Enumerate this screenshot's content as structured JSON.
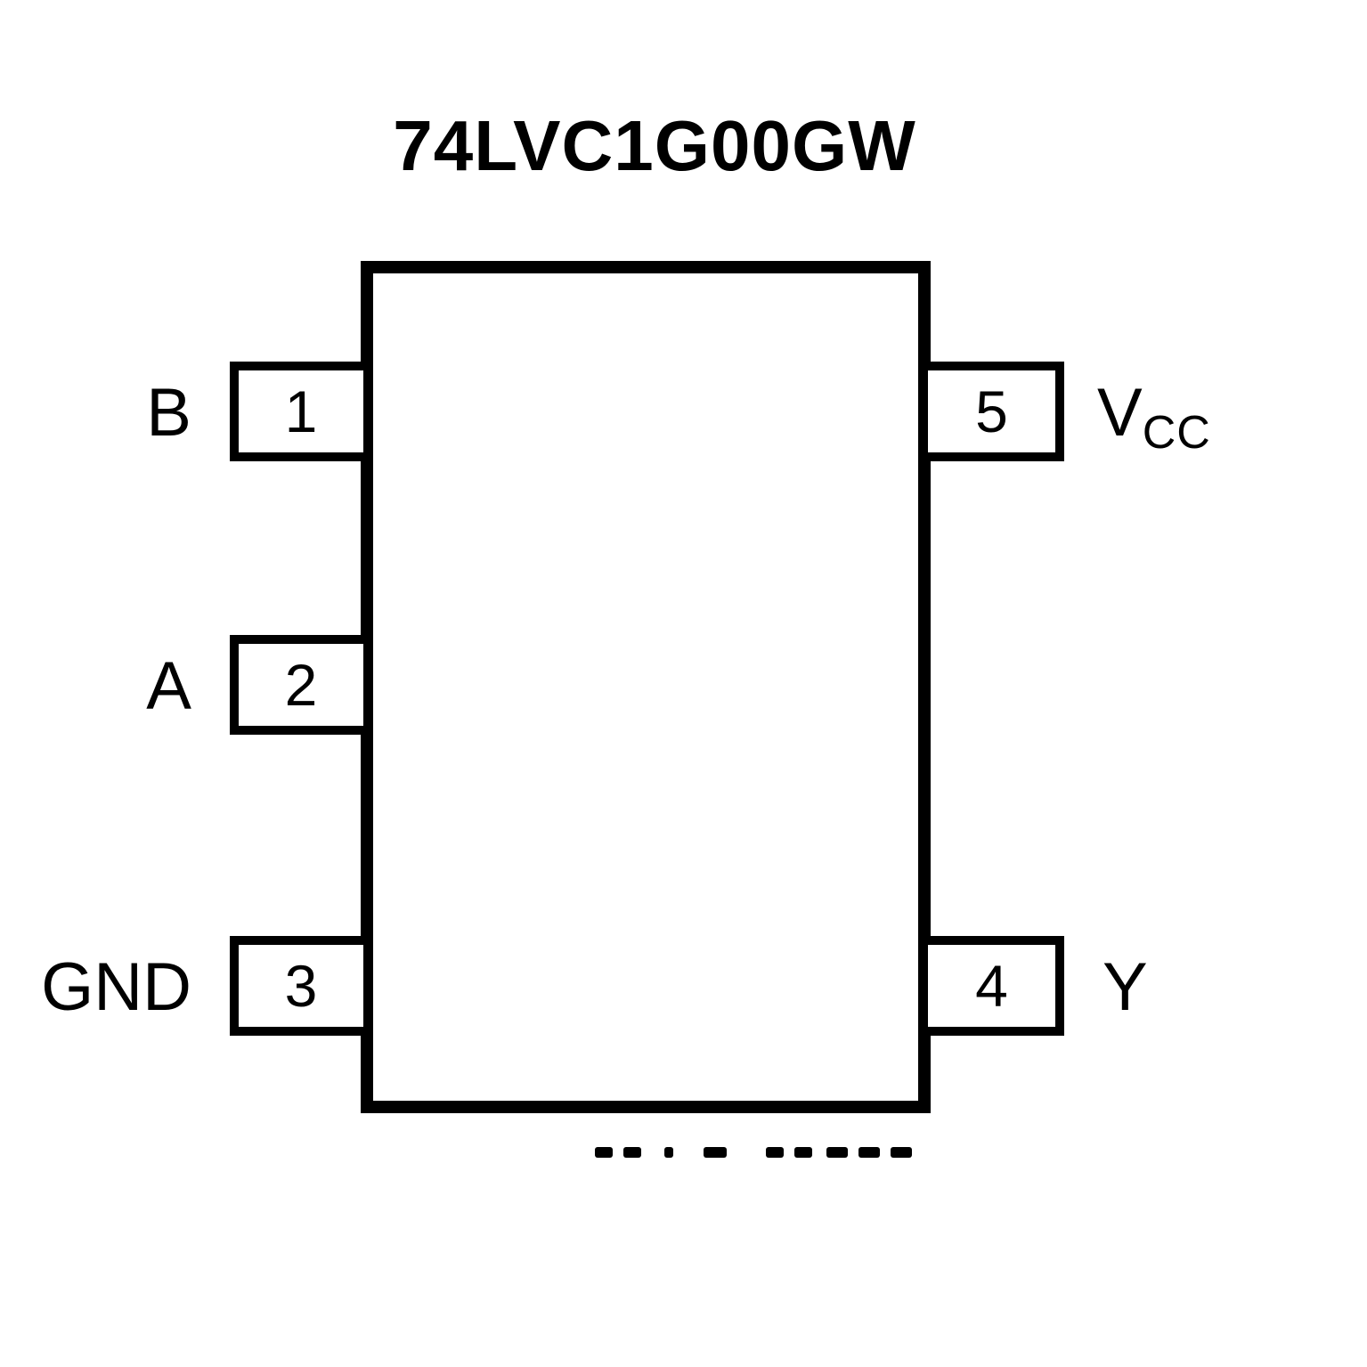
{
  "title": "74LVC1G00GW",
  "colors": {
    "line": "#000000",
    "background": "#ffffff"
  },
  "chip": {
    "package_pin_count": 5,
    "left_pins": [
      {
        "number": "1",
        "label": "B"
      },
      {
        "number": "2",
        "label": "A"
      },
      {
        "number": "3",
        "label": "GND"
      }
    ],
    "right_pins": [
      {
        "number": "5",
        "label": "V",
        "label_sub": "CC"
      },
      {
        "number": "4",
        "label": "Y"
      }
    ]
  }
}
